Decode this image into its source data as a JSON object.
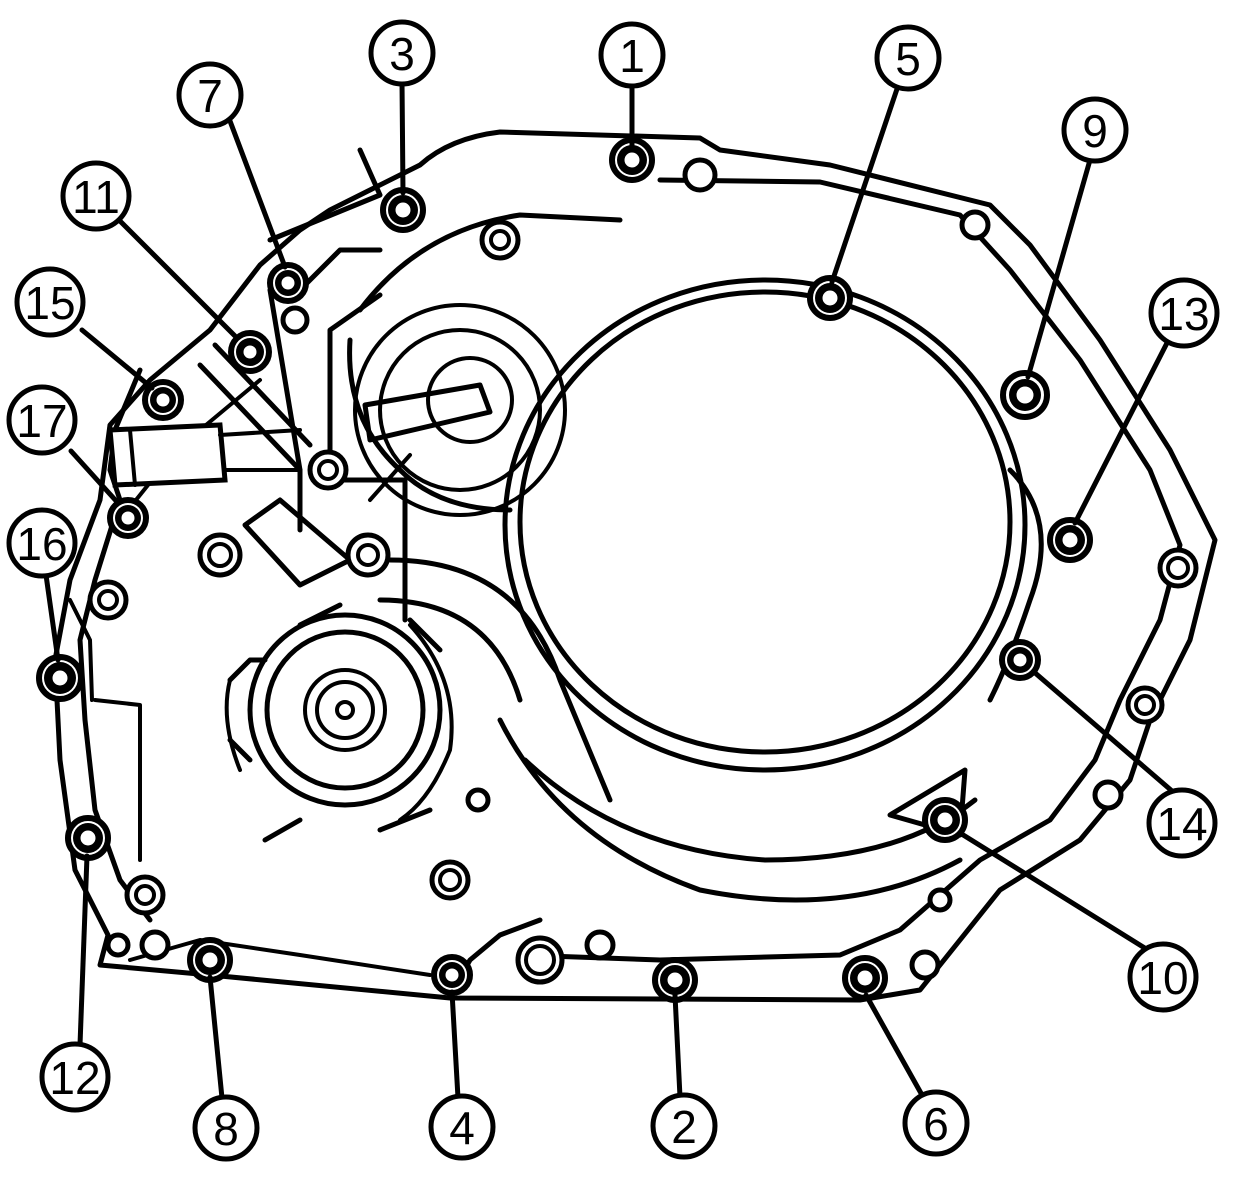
{
  "callouts": [
    {
      "label": "1"
    },
    {
      "label": "2"
    },
    {
      "label": "3"
    },
    {
      "label": "4"
    },
    {
      "label": "5"
    },
    {
      "label": "6"
    },
    {
      "label": "7"
    },
    {
      "label": "8"
    },
    {
      "label": "9"
    },
    {
      "label": "10"
    },
    {
      "label": "11"
    },
    {
      "label": "12"
    },
    {
      "label": "13"
    },
    {
      "label": "14"
    },
    {
      "label": "15"
    },
    {
      "label": "16"
    },
    {
      "label": "17"
    }
  ]
}
